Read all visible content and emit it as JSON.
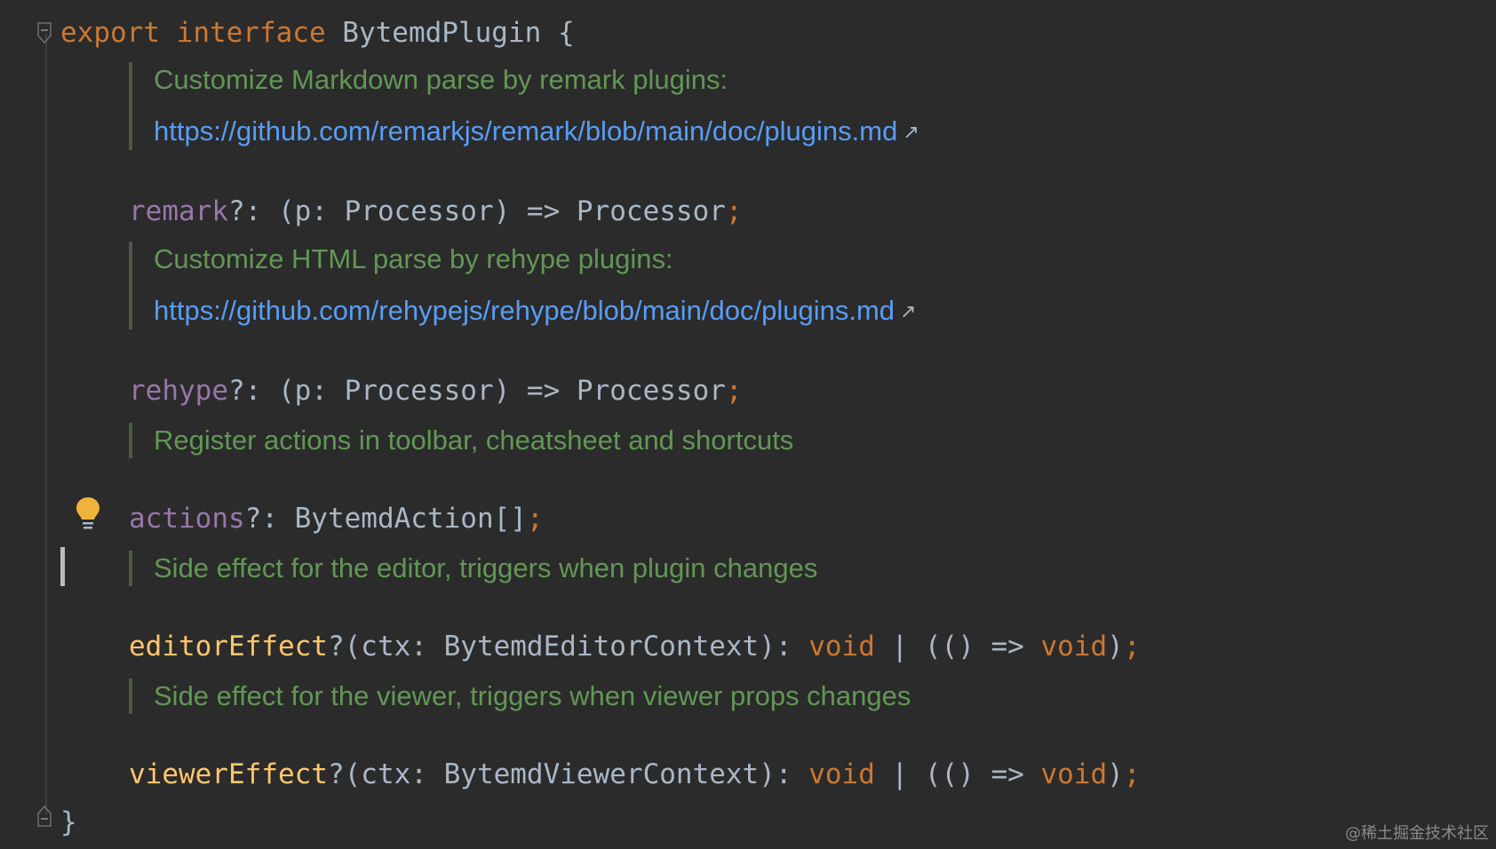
{
  "code": {
    "line_open": {
      "kw_export": "export",
      "kw_interface": "interface",
      "name": " BytemdPlugin ",
      "brace": "{"
    },
    "doc_remark": {
      "text": "Customize Markdown parse by remark plugins:",
      "link": "https://github.com/remarkjs/remark/blob/main/doc/plugins.md",
      "arrow": "↗"
    },
    "line_remark": {
      "prop": "remark",
      "sig": "?: (p: Processor) => Processor",
      "semi": ";"
    },
    "doc_rehype": {
      "text": "Customize HTML parse by rehype plugins:",
      "link": "https://github.com/rehypejs/rehype/blob/main/doc/plugins.md",
      "arrow": "↗"
    },
    "line_rehype": {
      "prop": "rehype",
      "sig": "?: (p: Processor) => Processor",
      "semi": ";"
    },
    "doc_actions": {
      "text": "Register actions in toolbar, cheatsheet and shortcuts"
    },
    "line_actions": {
      "prop": "actions",
      "sig": "?: BytemdAction[]",
      "semi": ";"
    },
    "doc_editor": {
      "text": "Side effect for the editor, triggers when plugin changes"
    },
    "line_editor": {
      "fn": "editorEffect",
      "sig": "?(ctx: BytemdEditorContext): ",
      "void1": "void",
      "mid": " | (() => ",
      "void2": "void",
      "close": ")",
      "semi": ";"
    },
    "doc_viewer": {
      "text": "Side effect for the viewer, triggers when viewer props changes"
    },
    "line_viewer": {
      "fn": "viewerEffect",
      "sig": "?(ctx: BytemdViewerContext): ",
      "void1": "void",
      "mid": " | (() => ",
      "void2": "void",
      "close": ")",
      "semi": ";"
    },
    "line_close": {
      "brace": "}"
    }
  },
  "icons": {
    "fold_open": "fold-open-icon",
    "fold_close": "fold-close-icon",
    "bulb": "lightbulb-icon",
    "external_link": "external-link-icon"
  },
  "colors": {
    "background": "#2b2b2b",
    "keyword": "#cc7832",
    "property": "#9876aa",
    "function": "#ffc66d",
    "text": "#a9b7c6",
    "doc": "#629755",
    "link": "#589df6"
  },
  "watermark": "@稀土掘金技术社区"
}
